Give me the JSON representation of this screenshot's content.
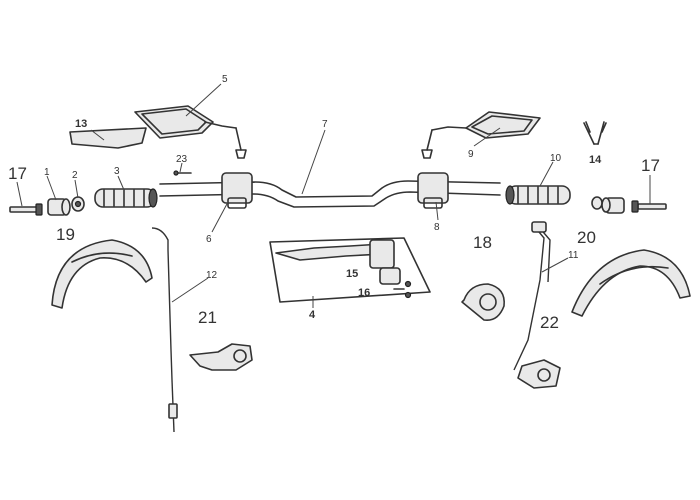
{
  "labels": {
    "p1": "1",
    "p2": "2",
    "p3": "3",
    "p4": "4",
    "p5": "5",
    "p6": "6",
    "p7": "7",
    "p8": "8",
    "p9": "9",
    "p10": "10",
    "p11": "11",
    "p12": "12",
    "p13": "13",
    "p14": "14",
    "p15": "15",
    "p16": "16",
    "p17a": "17",
    "p17b": "17",
    "p18": "18",
    "p19": "19",
    "p20": "20",
    "p21": "21",
    "p22": "22",
    "p23": "23"
  },
  "colors": {
    "line": "#333333",
    "fill": "#e9e9e9",
    "background": "#ffffff"
  }
}
